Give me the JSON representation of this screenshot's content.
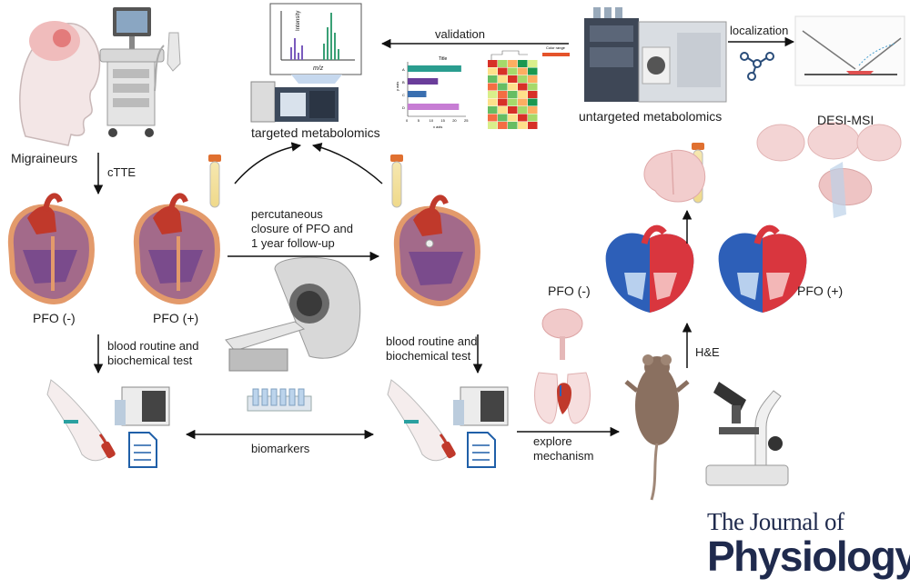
{
  "labels": {
    "migraineurs": "Migraineurs",
    "cTTE": "cTTE",
    "pfo_neg_left": "PFO (-)",
    "pfo_pos_left": "PFO (+)",
    "blood_test_left_1": "blood routine and",
    "blood_test_left_2": "biochemical test",
    "targeted_metabolomics": "targeted metabolomics",
    "closure_1": "percutaneous",
    "closure_2": "closure of PFO and",
    "closure_3": "1 year follow-up",
    "blood_test_right_1": "blood routine and",
    "blood_test_right_2": "biochemical test",
    "biomarkers": "biomarkers",
    "validation": "validation",
    "untargeted_metabolomics": "untargeted metabolomics",
    "localization": "localization",
    "desi_msi": "DESI-MSI",
    "pfo_neg_right": "PFO (-)",
    "pfo_pos_right": "PFO (+)",
    "he": "H&E",
    "explore_1": "explore",
    "explore_2": "mechanism"
  },
  "spectrum": {
    "ylabel": "Intensity",
    "xlabel": "m/z"
  },
  "mini_bar_chart": {
    "title": "Title",
    "categories": [
      "A",
      "B",
      "C",
      "D"
    ],
    "values": [
      23,
      13,
      8,
      22
    ],
    "xlim": [
      0,
      25
    ],
    "xticks": [
      "0",
      "5",
      "10",
      "15",
      "20",
      "25"
    ],
    "xlabel": "x axis",
    "ylabel": "y axis",
    "colors": [
      "#2a9d8f",
      "#6a3d9a",
      "#3a6fb0",
      "#c77dd4"
    ]
  },
  "heatmap_legend": "Color range",
  "journal": {
    "line1": "The Journal of",
    "line2": "Physiology"
  },
  "colors": {
    "heart_purple": "#7a4b8c",
    "heart_red": "#c0392b",
    "blue": "#2d5fb8",
    "journal": "#1f2a4d"
  }
}
